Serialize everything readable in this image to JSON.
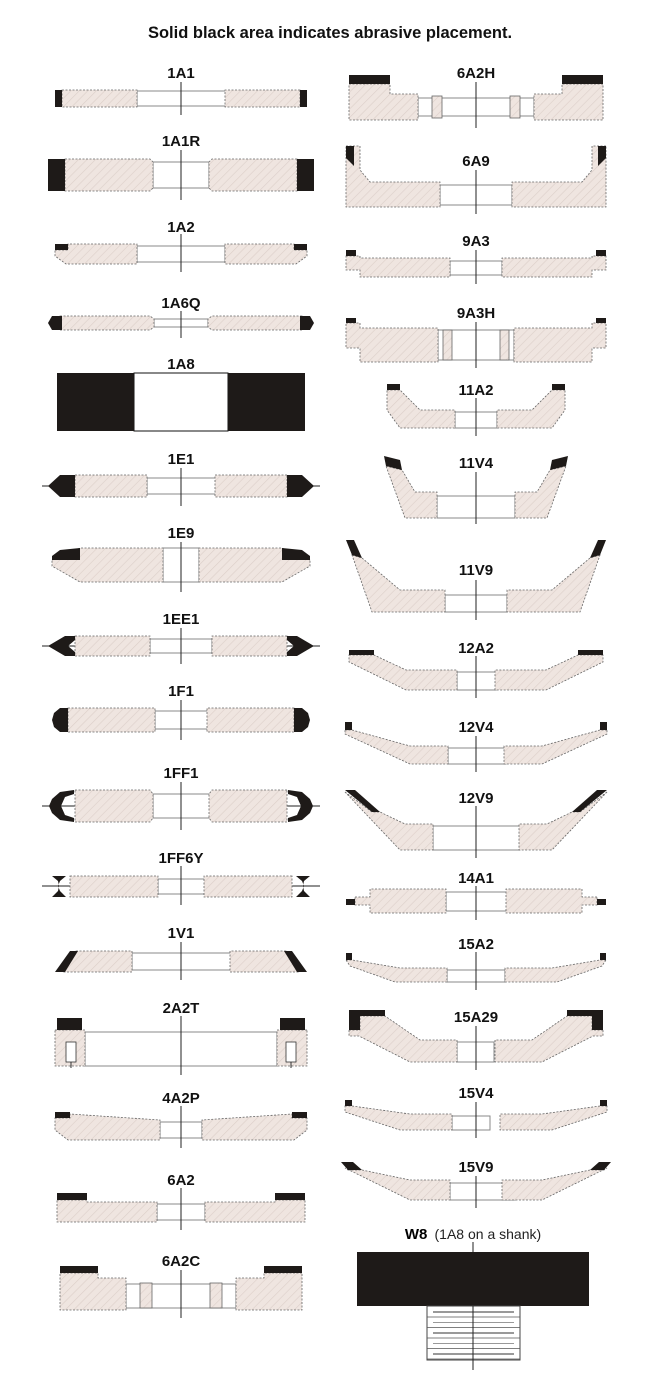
{
  "title": "Solid black area indicates abrasive placement.",
  "left_column": [
    "1A1",
    "1A1R",
    "1A2",
    "1A6Q",
    "1A8",
    "1E1",
    "1E9",
    "1EE1",
    "1F1",
    "1FF1",
    "1FF6Y",
    "1V1",
    "2A2T",
    "4A2P",
    "6A2",
    "6A2C"
  ],
  "right_column": [
    "6A2H",
    "6A9",
    "9A3",
    "9A3H",
    "11A2",
    "11V4",
    "11V9",
    "12A2",
    "12V4",
    "12V9",
    "14A1",
    "15A2",
    "15A29",
    "15V4",
    "15V9"
  ],
  "w8": {
    "name": "W8",
    "note": "(1A8 on a shank)"
  },
  "colors": {
    "abrasive": "#1e1a18",
    "body": "#efe5e0",
    "hatch": "#d8cbc5",
    "outline": "#666666"
  }
}
